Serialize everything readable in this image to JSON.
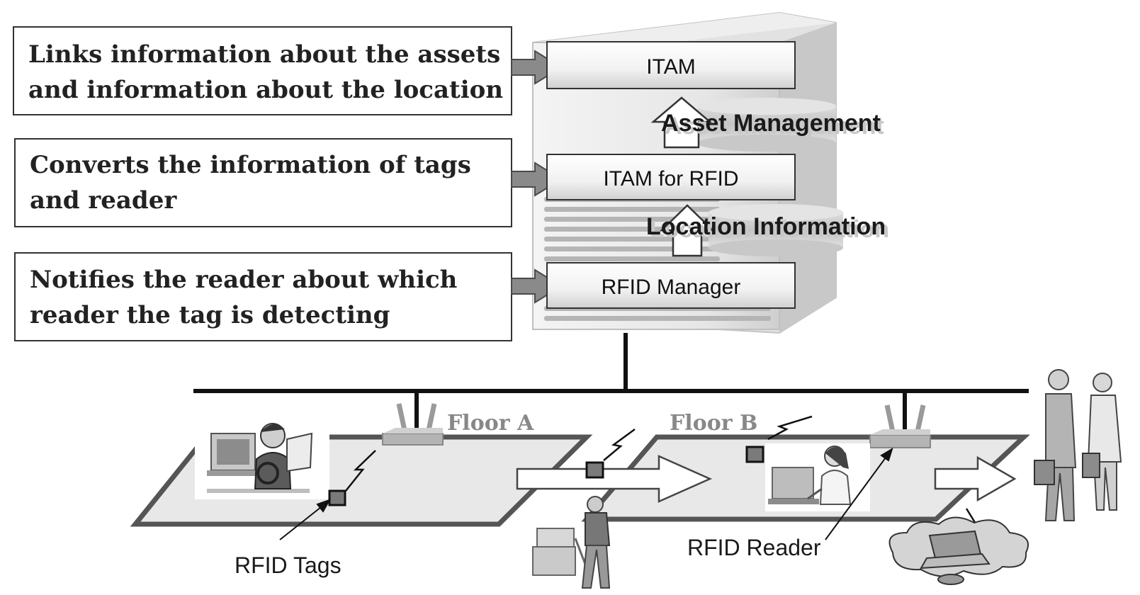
{
  "descriptions": [
    {
      "line1": "Links information about the assets",
      "line2": "and information about the location"
    },
    {
      "line1": "Converts the information of tags",
      "line2": "and reader"
    },
    {
      "line1": "Notifies the reader about which",
      "line2": "reader the tag is detecting"
    }
  ],
  "layers": {
    "itam": "ITAM",
    "itam_rfid": "ITAM for RFID",
    "rfid_manager": "RFID Manager"
  },
  "flows": {
    "asset": "Asset Management",
    "location": "Location Information"
  },
  "floors": {
    "a": "Floor A",
    "b": "Floor B"
  },
  "callouts": {
    "tags": "RFID Tags",
    "reader": "RFID Reader"
  }
}
